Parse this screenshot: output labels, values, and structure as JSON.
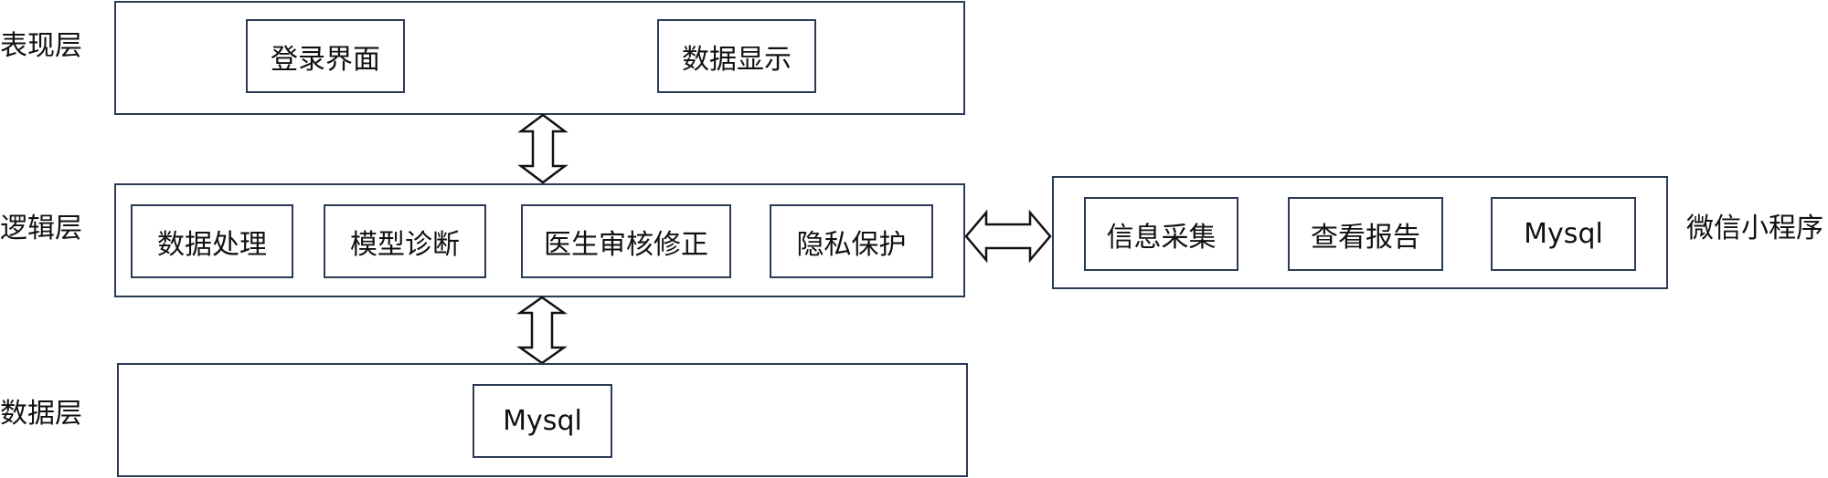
{
  "layers": {
    "presentation": {
      "label": "表现层",
      "items": [
        "登录界面",
        "数据显示"
      ]
    },
    "logic": {
      "label": "逻辑层",
      "items": [
        "数据处理",
        "模型诊断",
        "医生审核修正",
        "隐私保护"
      ]
    },
    "data": {
      "label": "数据层",
      "items": [
        "Mysql"
      ]
    }
  },
  "miniprogram": {
    "label": "微信小程序",
    "items": [
      "信息采集",
      "查看报告",
      "Mysql"
    ]
  }
}
